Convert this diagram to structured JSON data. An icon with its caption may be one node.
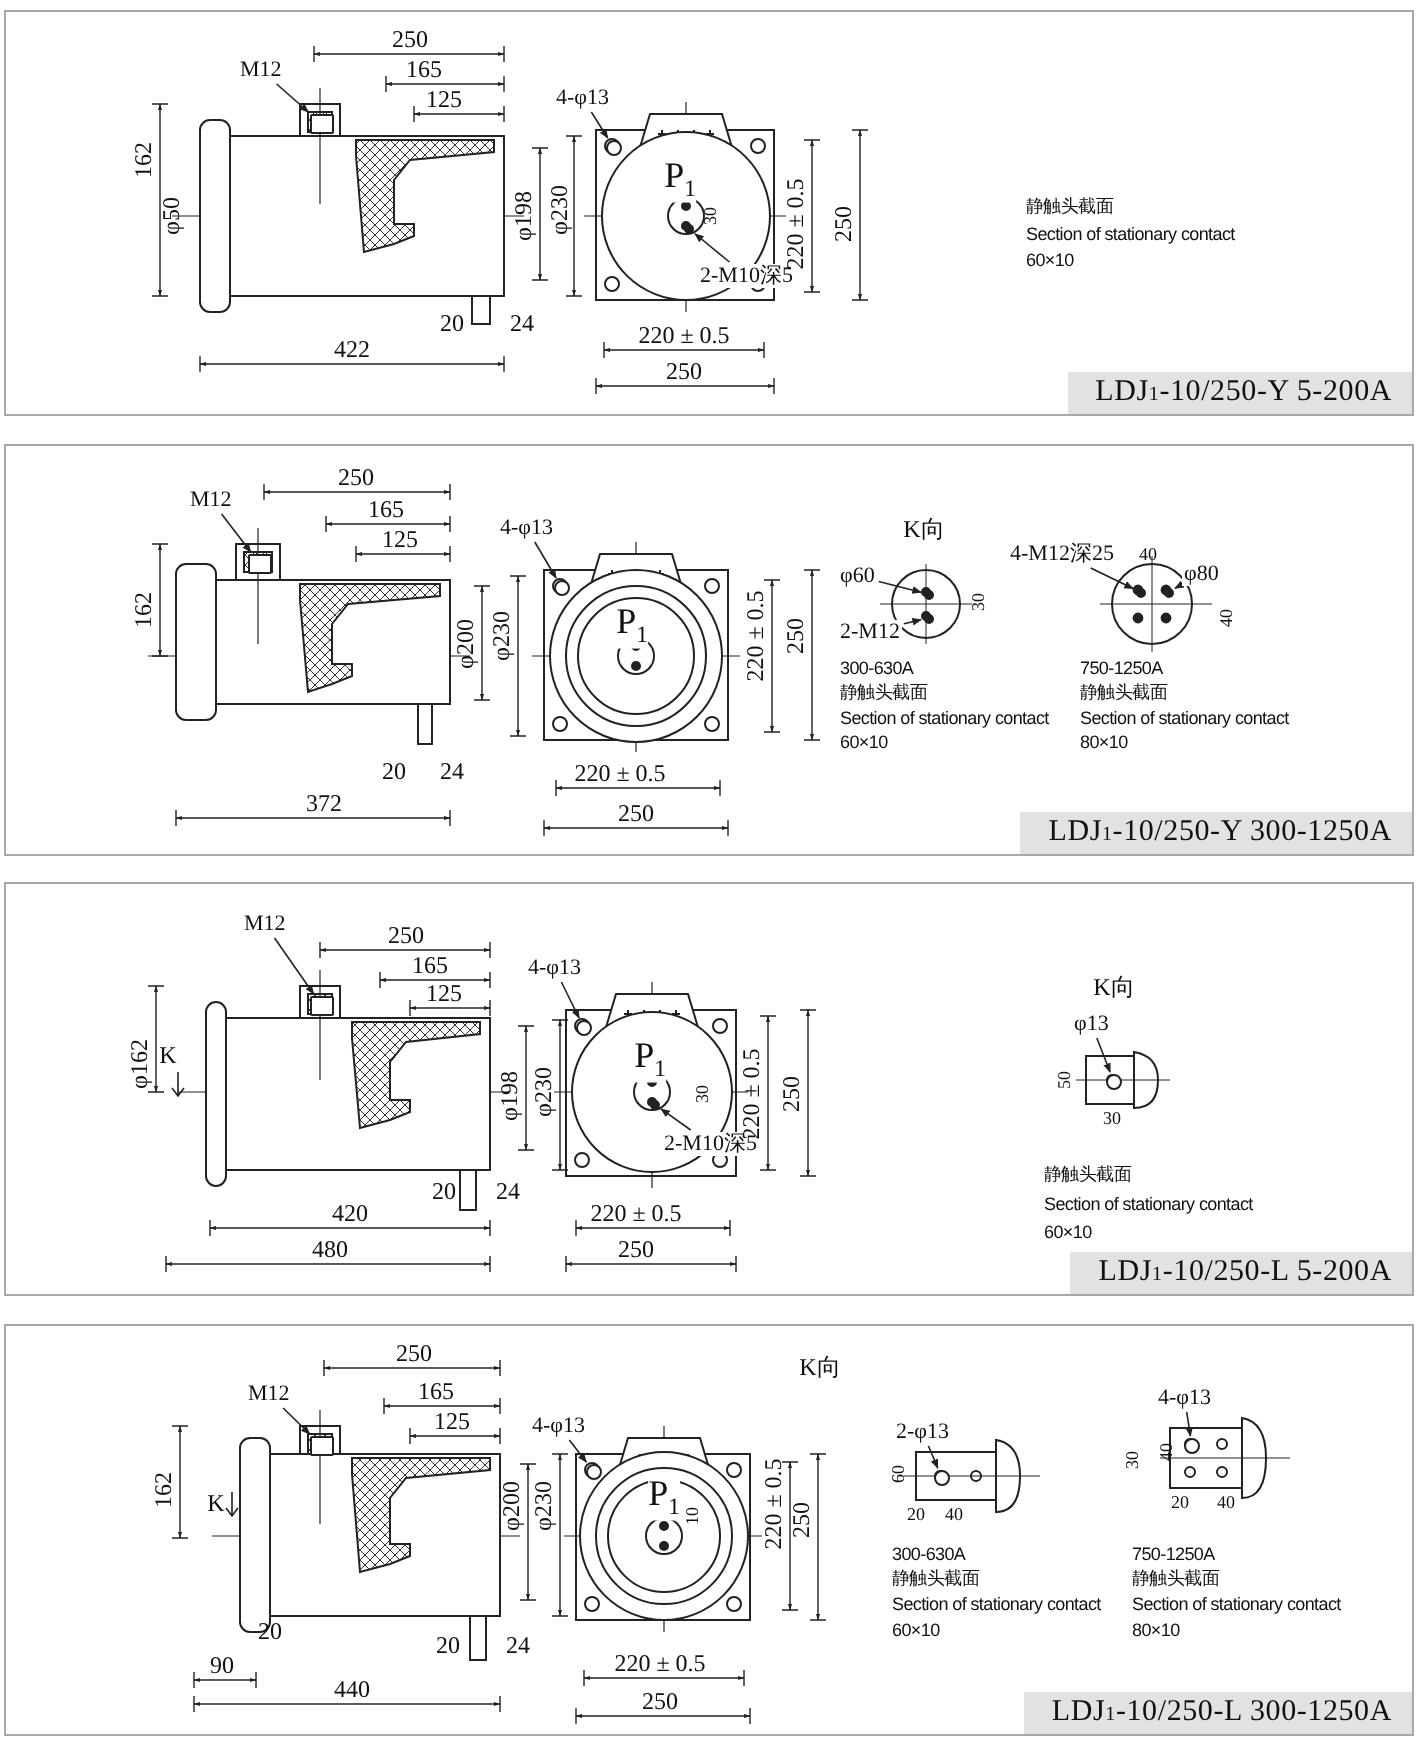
{
  "diagram": {
    "nodes": [
      {
        "text": [
          "LDJ$_{1}$-10/250-Y 5-200A"
        ]
      },
      {
        "text": [
          "M12"
        ],
        "in": 0
      },
      {
        "text": [
          "4-φ13"
        ],
        "in": 0
      },
      {
        "text": [
          "2-M10深5"
        ],
        "in": 0
      },
      {
        "text": [
          "LDJ$_{1}$-10/250-Y 300-1250A"
        ]
      },
      {
        "text": [
          "M12"
        ],
        "in": 4
      },
      {
        "text": [
          "4-φ13"
        ],
        "in": 4
      },
      {
        "text": [
          "φ60"
        ],
        "in": 4
      },
      {
        "text": [
          "2-M12"
        ],
        "in": 4
      },
      {
        "text": [
          "4-M12深25"
        ],
        "in": 4
      },
      {
        "text": [
          "φ80"
        ],
        "in": 4
      },
      {
        "text": [
          "LDJ$_{1}$-10/250-L 5-200A"
        ]
      },
      {
        "text": [
          "M12"
        ],
        "in": 11
      },
      {
        "text": [
          "4-φ13"
        ],
        "in": 11
      },
      {
        "text": [
          "2-M10深5"
        ],
        "in": 11
      },
      {
        "text": [
          "φ13"
        ],
        "in": 11
      },
      {
        "text": [
          "LDJ$_{1}$-10/250-L 300-1250A"
        ]
      },
      {
        "text": [
          "M12"
        ],
        "in": 16
      },
      {
        "text": [
          "4-φ13"
        ],
        "in": 16
      },
      {
        "text": [
          "2-φ13"
        ],
        "in": 16
      },
      {
        "text": [
          "4-φ13"
        ],
        "in": 16
      },
      {
        "text": [],
        "shape": "box",
        "in": 0
      },
      {
        "text": [],
        "shape": "circle",
        "in": 0
      },
      {
        "text": [],
        "shape": "circle",
        "in": 0
      },
      {
        "text": [],
        "shape": "box",
        "in": 4
      },
      {
        "text": [],
        "shape": "circle",
        "in": 4
      },
      {
        "text": [],
        "shape": "circle",
        "in": 4
      },
      {
        "text": [],
        "shape": "circle",
        "in": 4
      },
      {
        "text": [],
        "shape": "circle",
        "in": 4
      },
      {
        "text": [],
        "shape": "circle",
        "in": 4
      },
      {
        "text": [],
        "shape": "box",
        "in": 11
      },
      {
        "text": [],
        "shape": "circle",
        "in": 11
      },
      {
        "text": [],
        "shape": "circle",
        "in": 11
      },
      {
        "text": [],
        "shape": "circle",
        "in": 11
      },
      {
        "text": [],
        "shape": "box",
        "in": 16
      },
      {
        "text": [],
        "shape": "circle",
        "in": 16
      },
      {
        "text": [],
        "shape": "circle",
        "in": 16
      },
      {
        "text": [],
        "shape": "circle",
        "in": 16
      }
    ],
    "edges": [
      {
        "from": 1,
        "to": 21,
        "arrow": "to"
      },
      {
        "from": 2,
        "to": 22,
        "arrow": "to"
      },
      {
        "from": 3,
        "to": 23,
        "arrow": "to"
      },
      {
        "from": 5,
        "to": 24,
        "arrow": "to"
      },
      {
        "from": 6,
        "to": 25,
        "arrow": "to"
      },
      {
        "from": 7,
        "to": 26,
        "arrow": "to"
      },
      {
        "from": 8,
        "to": 27,
        "arrow": "to"
      },
      {
        "from": 9,
        "to": 28,
        "arrow": "to"
      },
      {
        "from": 10,
        "to": 29,
        "arrow": "to"
      },
      {
        "from": 12,
        "to": 30,
        "arrow": "to"
      },
      {
        "from": 13,
        "to": 31,
        "arrow": "to"
      },
      {
        "from": 14,
        "to": 32,
        "arrow": "to"
      },
      {
        "from": 15,
        "to": 33,
        "arrow": "to"
      },
      {
        "from": 17,
        "to": 34,
        "arrow": "to"
      },
      {
        "from": 18,
        "to": 35,
        "arrow": "to"
      },
      {
        "from": 19,
        "to": 36,
        "arrow": "to"
      },
      {
        "from": 20,
        "to": 37,
        "arrow": "to"
      }
    ],
    "labels": [
      "250",
      "165",
      "125",
      "162",
      "φ50",
      "φ198",
      "φ230",
      "20",
      "24",
      "422",
      "P$_{1}$",
      "30",
      "220 ± 0.5",
      "250",
      "220 ± 0.5",
      "250",
      "静触头截面",
      "Section of stationary contact",
      "60×10",
      "250",
      "165",
      "125",
      "162",
      "φ200",
      "φ230",
      "20",
      "24",
      "372",
      "P$_{1}$",
      "220 ± 0.5",
      "250",
      "220 ± 0.5",
      "250",
      "K向",
      "30",
      "300-630A",
      "静触头截面",
      "Section of stationary contact",
      "60×10",
      "40",
      "40",
      "750-1250A",
      "静触头截面",
      "Section of stationary contact",
      "80×10",
      "250",
      "165",
      "125",
      "φ162",
      "K",
      "φ198",
      "φ230",
      "20",
      "24",
      "420",
      "480",
      "P$_{1}$",
      "30",
      "220 ± 0.5",
      "250",
      "220 ± 0.5",
      "250",
      "K向",
      "50",
      "30",
      "静触头截面",
      "Section of stationary contact",
      "60×10",
      "K向",
      "250",
      "165",
      "125",
      "162",
      "K",
      "φ200",
      "φ230",
      "10",
      "P$_{1}$",
      "220 ± 0.5",
      "250",
      "20",
      "20",
      "24",
      "90",
      "440",
      "220 ± 0.5",
      "250",
      "60",
      "20",
      "40",
      "300-630A",
      "静触头截面",
      "Section of stationary contact",
      "60×10",
      "30",
      "40",
      "20",
      "40",
      "750-1250A",
      "静触头截面",
      "Section of stationary contact",
      "80×10"
    ]
  }
}
